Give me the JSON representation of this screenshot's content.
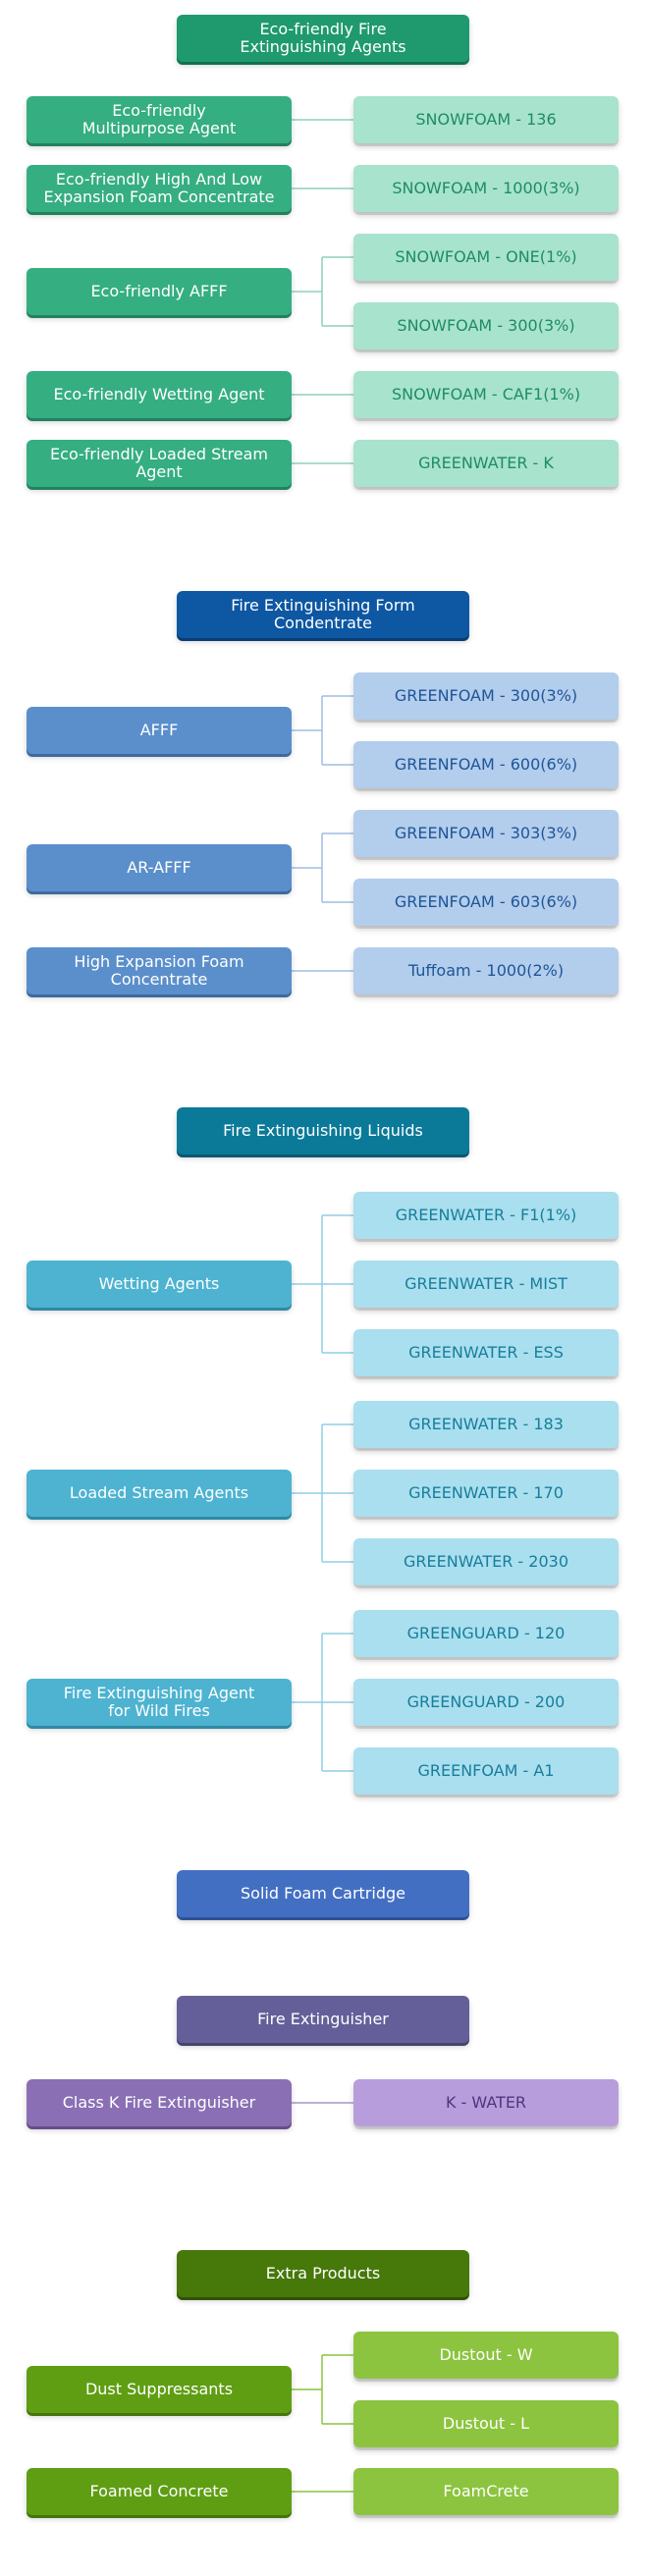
{
  "sections": [
    {
      "title": "Eco-friendly Fire\nExtinguishing Agents",
      "header_color": "#1e9a6e",
      "header_shadow": "#13704f",
      "cat_color": "#35ae82",
      "cat_shadow": "#23805e",
      "prod_color": "#a8e3cd",
      "prod_text": "#1e8c64",
      "line_color": "#8fd1b8",
      "categories": [
        {
          "label": "Eco-friendly\nMultipurpose Agent",
          "products": [
            "SNOWFOAM - 136"
          ]
        },
        {
          "label": "Eco-friendly High And Low\nExpansion Foam Concentrate",
          "products": [
            "SNOWFOAM - 1000(3%)"
          ]
        },
        {
          "label": "Eco-friendly AFFF",
          "products": [
            "SNOWFOAM - ONE(1%)",
            "SNOWFOAM - 300(3%)"
          ]
        },
        {
          "label": "Eco-friendly Wetting Agent",
          "products": [
            "SNOWFOAM - CAF1(1%)"
          ]
        },
        {
          "label": "Eco-friendly Loaded Stream Agent",
          "products": [
            "GREENWATER - K"
          ]
        }
      ]
    },
    {
      "title": "Fire Extinguishing Form\nCondentrate",
      "header_color": "#0d57a3",
      "header_shadow": "#093d73",
      "cat_color": "#5b8fcb",
      "cat_shadow": "#3d6a9e",
      "prod_color": "#b3cdec",
      "prod_text": "#1e5598",
      "line_color": "#9dbde3",
      "categories": [
        {
          "label": "AFFF",
          "products": [
            "GREENFOAM - 300(3%)",
            "GREENFOAM - 600(6%)"
          ]
        },
        {
          "label": "AR-AFFF",
          "products": [
            "GREENFOAM - 303(3%)",
            "GREENFOAM - 603(6%)"
          ]
        },
        {
          "label": "High Expansion Foam\nConcentrate",
          "products": [
            "Tuffoam - 1000(2%)"
          ]
        }
      ]
    },
    {
      "title": "Fire Extinguishing Liquids",
      "header_color": "#0b7a99",
      "header_shadow": "#07586f",
      "cat_color": "#4db3d1",
      "cat_shadow": "#2f8aa4",
      "prod_color": "#a9dfee",
      "prod_text": "#187e9c",
      "line_color": "#8fcfe3",
      "categories": [
        {
          "label": "Wetting Agents",
          "products": [
            "GREENWATER - F1(1%)",
            "GREENWATER - MIST",
            "GREENWATER - ESS"
          ]
        },
        {
          "label": "Loaded Stream Agents",
          "products": [
            "GREENWATER - 183",
            "GREENWATER - 170",
            "GREENWATER - 2030"
          ]
        },
        {
          "label": "Fire Extinguishing Agent\nfor Wild Fires",
          "products": [
            "GREENGUARD - 120",
            "GREENGUARD - 200",
            "GREENFOAM - A1"
          ]
        }
      ]
    },
    {
      "title": "Solid Foam Cartridge",
      "header_color": "#436fc3",
      "header_shadow": "#2f5296",
      "categories": []
    },
    {
      "title": "Fire Extinguisher",
      "header_color": "#655f99",
      "header_shadow": "#474371",
      "cat_color": "#8a6fb5",
      "cat_shadow": "#654f8a",
      "prod_color": "#b89ddd",
      "prod_text": "#4f357d",
      "line_color": "#a995cc",
      "categories": [
        {
          "label": "Class K Fire Extinguisher",
          "products": [
            "K - WATER"
          ]
        }
      ]
    },
    {
      "title": "Extra Products",
      "header_color": "#46780a",
      "header_shadow": "#2f5306",
      "cat_color": "#5f9e13",
      "cat_shadow": "#44740c",
      "prod_color": "#8cc43f",
      "prod_text": "#ffffff",
      "line_color": "#8cc43f",
      "categories": [
        {
          "label": "Dust Suppressants",
          "products": [
            "Dustout - W",
            "Dustout - L"
          ]
        },
        {
          "label": "Foamed Concrete",
          "products": [
            "FoamCrete"
          ]
        }
      ]
    }
  ]
}
